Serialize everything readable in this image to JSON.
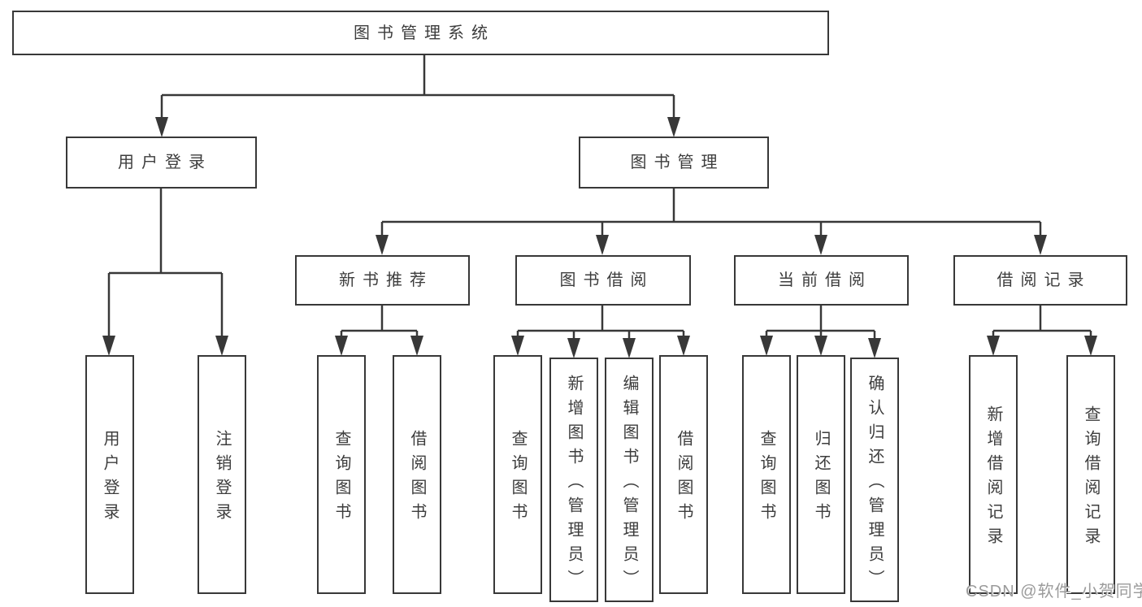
{
  "diagram": {
    "title": "图书管理系统",
    "nodes": {
      "root": "图书管理系统",
      "branches": [
        {
          "label": "用户登录",
          "children": [
            "用户登录",
            "注销登录"
          ]
        },
        {
          "label": "图书管理",
          "groups": [
            {
              "label": "新书推荐",
              "children": [
                "查询图书",
                "借阅图书"
              ]
            },
            {
              "label": "图书借阅",
              "children": [
                "查询图书",
                "新增图书（管理员）",
                "编辑图书（管理员）",
                "借阅图书"
              ]
            },
            {
              "label": "当前借阅",
              "children": [
                "查询图书",
                "归还图书",
                "确认归还（管理员）"
              ]
            },
            {
              "label": "借阅记录",
              "children": [
                "新增借阅记录",
                "查询借阅记录"
              ]
            }
          ]
        }
      ]
    },
    "colors": {
      "line": "#383838",
      "text": "#3d3d3d",
      "background": "#ffffff",
      "watermark": "#9b9b9b"
    }
  },
  "watermark": "CSDN @软件_小贺同学"
}
